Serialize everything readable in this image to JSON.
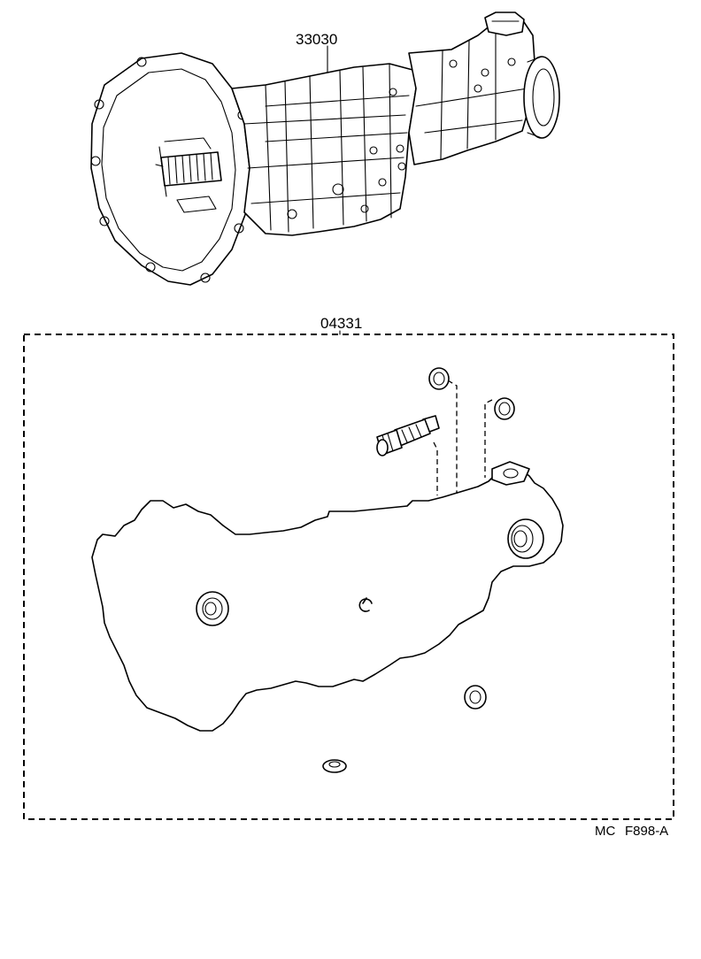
{
  "parts": {
    "transmission_assembly": {
      "number": "33030"
    },
    "gasket_kit": {
      "number": "04331"
    }
  },
  "reference": {
    "prefix": "MC",
    "code": "F898-A"
  }
}
